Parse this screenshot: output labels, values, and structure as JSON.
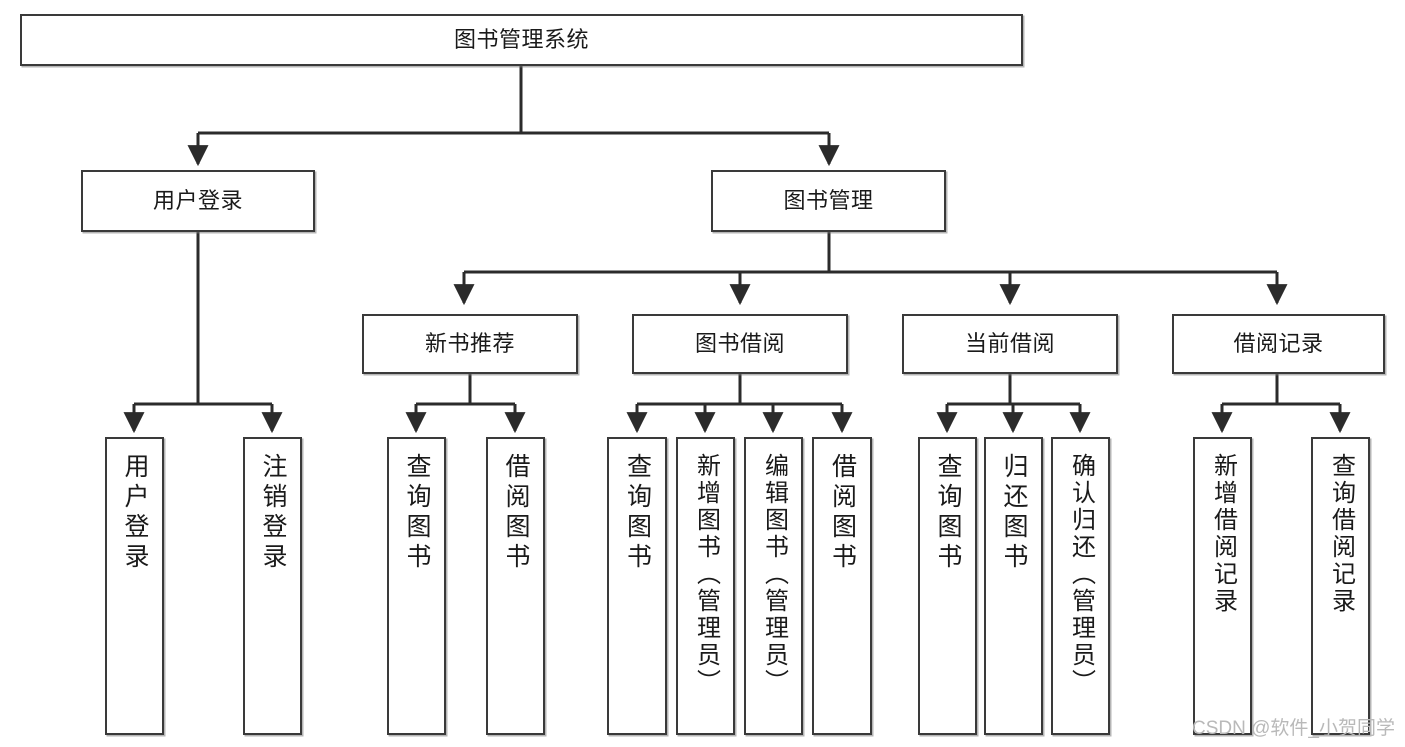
{
  "diagram": {
    "type": "tree-hierarchy",
    "title": "图书管理系统",
    "watermark": "CSDN @软件_小贺同学",
    "style": {
      "background": "#ffffff",
      "box_border": "#3a3a3a",
      "box_fill": "#ffffff",
      "edge_color": "#2b2b2b",
      "text_color": "#1a1a1a",
      "watermark_color": "#b9b9b9"
    },
    "nodes": {
      "root": {
        "label": "图书管理系统",
        "level": 0,
        "orientation": "horizontal"
      },
      "login": {
        "label": "用户登录",
        "level": 1,
        "orientation": "horizontal"
      },
      "book_manage": {
        "label": "图书管理",
        "level": 1,
        "orientation": "horizontal"
      },
      "new_book_rec": {
        "label": "新书推荐",
        "level": 2,
        "orientation": "horizontal"
      },
      "book_borrow": {
        "label": "图书借阅",
        "level": 2,
        "orientation": "horizontal"
      },
      "current_borrow": {
        "label": "当前借阅",
        "level": 2,
        "orientation": "horizontal"
      },
      "borrow_record": {
        "label": "借阅记录",
        "level": 2,
        "orientation": "horizontal"
      },
      "leaf_user_login": {
        "label": "用户登录",
        "level": 3,
        "orientation": "vertical"
      },
      "leaf_logout": {
        "label": "注销登录",
        "level": 3,
        "orientation": "vertical"
      },
      "leaf_query_book_1": {
        "label": "查询图书",
        "level": 3,
        "orientation": "vertical"
      },
      "leaf_borrow_book_1": {
        "label": "借阅图书",
        "level": 3,
        "orientation": "vertical"
      },
      "leaf_query_book_2": {
        "label": "查询图书",
        "level": 3,
        "orientation": "vertical"
      },
      "leaf_add_book": {
        "label": "新增图书（管理员）",
        "level": 3,
        "orientation": "vertical"
      },
      "leaf_edit_book": {
        "label": "编辑图书（管理员）",
        "level": 3,
        "orientation": "vertical"
      },
      "leaf_borrow_book_2": {
        "label": "借阅图书",
        "level": 3,
        "orientation": "vertical"
      },
      "leaf_query_book_3": {
        "label": "查询图书",
        "level": 3,
        "orientation": "vertical"
      },
      "leaf_return_book": {
        "label": "归还图书",
        "level": 3,
        "orientation": "vertical"
      },
      "leaf_confirm_return": {
        "label": "确认归还（管理员）",
        "level": 3,
        "orientation": "vertical"
      },
      "leaf_add_record": {
        "label": "新增借阅记录",
        "level": 3,
        "orientation": "vertical"
      },
      "leaf_query_record": {
        "label": "查询借阅记录",
        "level": 3,
        "orientation": "vertical"
      }
    },
    "edges": [
      {
        "from": "root",
        "to": "login"
      },
      {
        "from": "root",
        "to": "book_manage"
      },
      {
        "from": "login",
        "to": "leaf_user_login"
      },
      {
        "from": "login",
        "to": "leaf_logout"
      },
      {
        "from": "book_manage",
        "to": "new_book_rec"
      },
      {
        "from": "book_manage",
        "to": "book_borrow"
      },
      {
        "from": "book_manage",
        "to": "current_borrow"
      },
      {
        "from": "book_manage",
        "to": "borrow_record"
      },
      {
        "from": "new_book_rec",
        "to": "leaf_query_book_1"
      },
      {
        "from": "new_book_rec",
        "to": "leaf_borrow_book_1"
      },
      {
        "from": "book_borrow",
        "to": "leaf_query_book_2"
      },
      {
        "from": "book_borrow",
        "to": "leaf_add_book"
      },
      {
        "from": "book_borrow",
        "to": "leaf_edit_book"
      },
      {
        "from": "book_borrow",
        "to": "leaf_borrow_book_2"
      },
      {
        "from": "current_borrow",
        "to": "leaf_query_book_3"
      },
      {
        "from": "current_borrow",
        "to": "leaf_return_book"
      },
      {
        "from": "current_borrow",
        "to": "leaf_confirm_return"
      },
      {
        "from": "borrow_record",
        "to": "leaf_add_record"
      },
      {
        "from": "borrow_record",
        "to": "leaf_query_record"
      }
    ]
  }
}
